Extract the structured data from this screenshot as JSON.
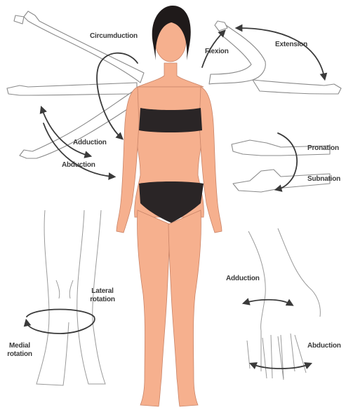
{
  "labels": {
    "circumduction": "Circumduction",
    "flexion": "Flexion",
    "extension": "Extension",
    "adduction_arm": "Adduction",
    "abduction_arm": "Abduction",
    "pronation": "Pronation",
    "supination": "Subnation",
    "lateral_rotation": "Lateral rotation",
    "medial_rotation": "Medial rotation",
    "adduction_hand": "Adduction",
    "abduction_hand": "Abduction"
  },
  "colors": {
    "skin": "#f6b08e",
    "clothing": "#2a2526",
    "outline": "#8a8a8a",
    "arrow": "#3a3a3a"
  }
}
